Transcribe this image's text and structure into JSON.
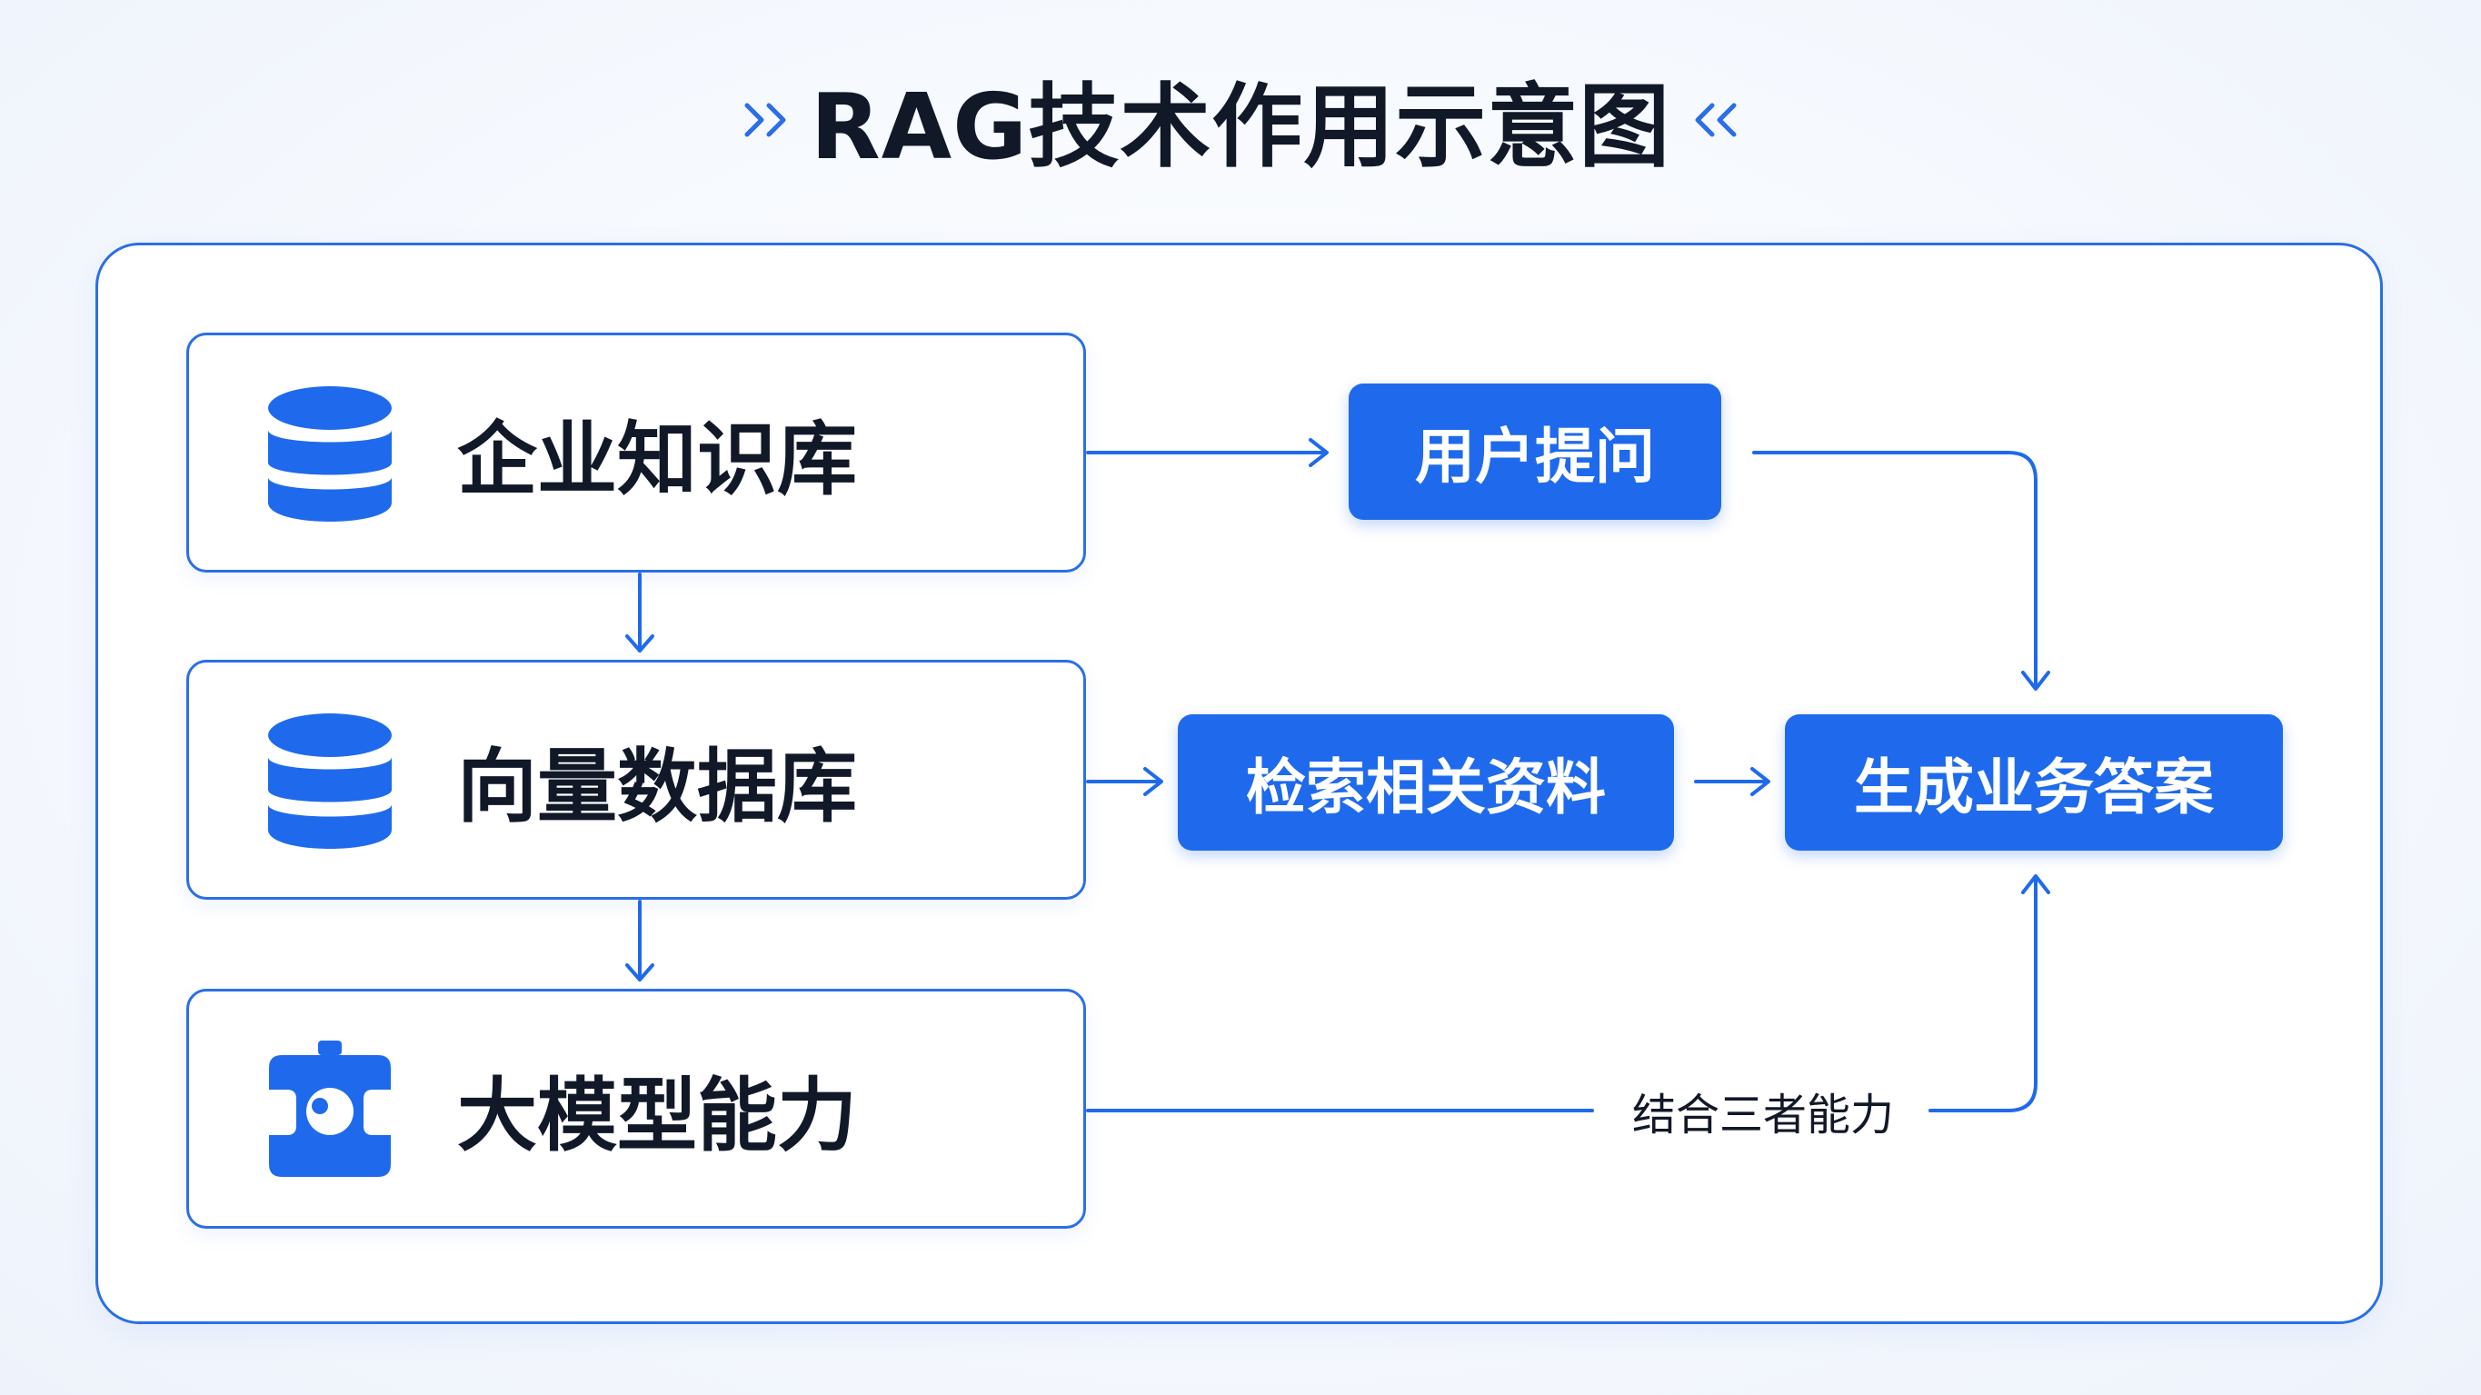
{
  "diagram": {
    "title": "RAG技术作用示意图",
    "sources": [
      {
        "label": "企业知识库",
        "icon": "database-icon"
      },
      {
        "label": "向量数据库",
        "icon": "database-icon"
      },
      {
        "label": "大模型能力",
        "icon": "ai-chip-icon"
      }
    ],
    "steps": {
      "question": "用户提问",
      "retrieve": "检索相关资料",
      "answer": "生成业务答案"
    },
    "combine_label": "结合三者能力"
  },
  "colors": {
    "accent": "#1f6aec",
    "border": "#2b6ee8",
    "text": "#111827",
    "background": "#f6f9fe"
  }
}
